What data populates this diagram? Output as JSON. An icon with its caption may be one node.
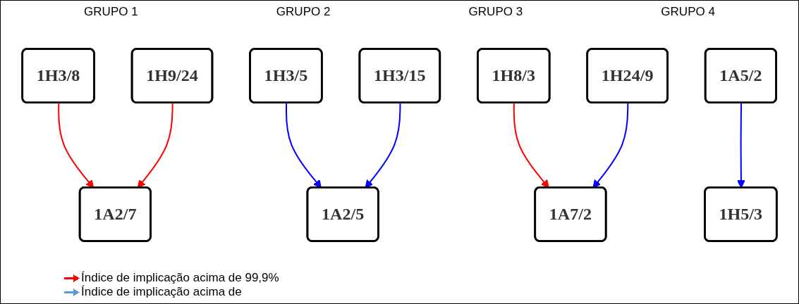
{
  "diagram": {
    "nodes": [
      {
        "text": [
          "1H3/8"
        ]
      },
      {
        "text": [
          "1H9/24"
        ]
      },
      {
        "text": [
          "1H3/5"
        ]
      },
      {
        "text": [
          "1H3/15"
        ]
      },
      {
        "text": [
          "1H8/3"
        ]
      },
      {
        "text": [
          "1H24/9"
        ]
      },
      {
        "text": [
          "1A5/2"
        ]
      },
      {
        "text": [
          "1A2/7"
        ]
      },
      {
        "text": [
          "1A2/5"
        ]
      },
      {
        "text": [
          "1A7/2"
        ]
      },
      {
        "text": [
          "1H5/3"
        ]
      }
    ],
    "edges": [
      {
        "from": 0,
        "to": 7,
        "arrow": "to",
        "color": "#ff0000"
      },
      {
        "from": 1,
        "to": 7,
        "arrow": "to",
        "color": "#ff0000"
      },
      {
        "from": 2,
        "to": 8,
        "arrow": "to",
        "color": "#0000ff"
      },
      {
        "from": 3,
        "to": 8,
        "arrow": "to",
        "color": "#0000ff"
      },
      {
        "from": 4,
        "to": 9,
        "arrow": "to",
        "color": "#ff0000"
      },
      {
        "from": 5,
        "to": 9,
        "arrow": "to",
        "color": "#0000ff"
      },
      {
        "from": 6,
        "to": 10,
        "arrow": "to",
        "color": "#0000ff"
      }
    ],
    "labels": [
      "GRUPO 1",
      "GRUPO 2",
      "GRUPO 3",
      "GRUPO 4"
    ],
    "legend": [
      {
        "text": "Índice de implicação acima de 99,9%",
        "color": "#ff0000"
      },
      {
        "text": "Índice de implicação acima de",
        "color": "#5b9bd5"
      }
    ]
  }
}
